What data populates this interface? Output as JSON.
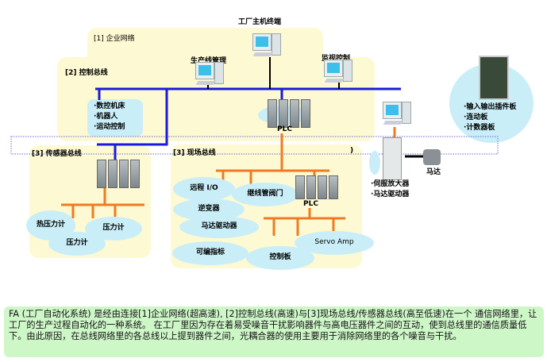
{
  "diagram": {
    "host_terminal": "工厂主机终端",
    "zones": {
      "enterprise": "[1] 企业网络",
      "control_bus": "[2] 控制总线",
      "sensor_bus": "[3] 传感器总线",
      "field_bus": "[3] 现场总线",
      "field_bus_paren": ")"
    },
    "production_mgmt": "生产线管理",
    "monitor_control": "监视控制",
    "cnc_list": [
      "·数控机床",
      "·机器人",
      "·运动控制"
    ],
    "plc_label": "PLC",
    "plc2_label": "PLC",
    "sensor_devices": [
      "热压力计",
      "压力计",
      "压力计"
    ],
    "field_devices": [
      "远程 I/O",
      "继线管阀门",
      "逆变器",
      "马达驱动器",
      "可编指标",
      "控制板",
      "Servo Amp"
    ],
    "card_list": [
      "·输入输出插件板",
      "·连动板",
      "·计数器板"
    ],
    "motor": "马达",
    "servo_list": [
      "·伺服放大器",
      "·马达驱动器"
    ],
    "colors": {
      "control_bus": "#1a1adc",
      "field_bus": "#f07a22",
      "zone": "#fdf9d2",
      "bubble": "#c9eef8",
      "desc_bg": "#cef7c8"
    }
  },
  "description": "FA (工厂自动化系统) 是经由连接[1]企业网络(超高速), [2]控制总线(高速)与[3]现场总线/传感器总线(高至低速)在一个 通信网络里，让工厂的生产过程自动化的一种系统。 在工厂里因为存在着易受噪音干扰影响器件与高电压器件之间的互动，使到总线里的通信质量低下。由此原因，在总线网络里的各总线以上提到器件之间，光耦合器的使用主要用于消除网络里的各个噪音与干扰。"
}
